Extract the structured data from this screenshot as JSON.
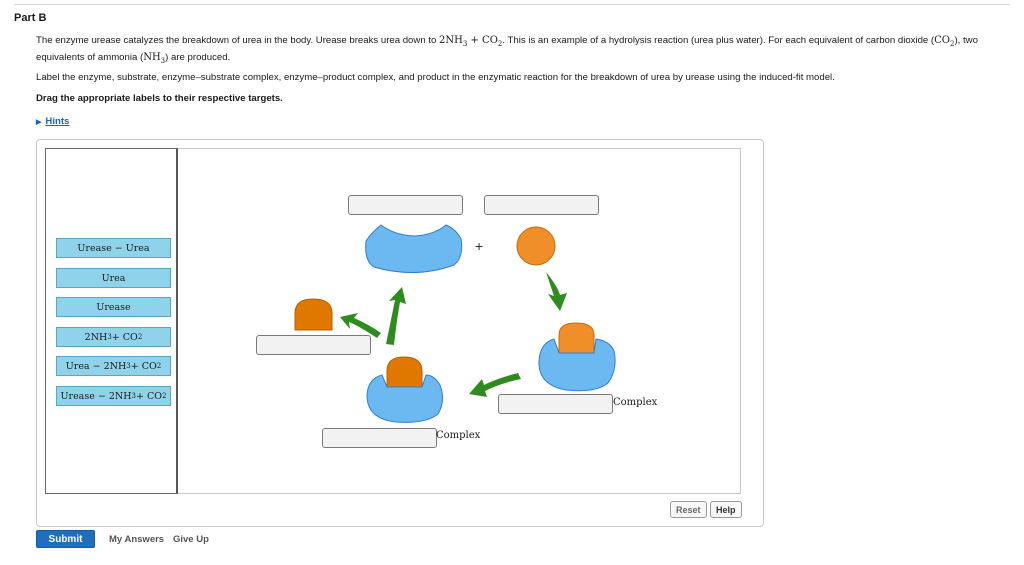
{
  "part": {
    "title": "Part B"
  },
  "problem": {
    "p1_a": "The enzyme urease catalyzes the breakdown of urea in the body. Urease breaks urea down to ",
    "p1_nh3": "2NH",
    "p1_nh3_sub": "3",
    "p1_plus": " + CO",
    "p1_co2_sub": "2",
    "p1_b": ". This is an example of a hydrolysis reaction (urea plus water). For each equivalent of carbon dioxide (",
    "p1_co2b": "CO",
    "p1_co2b_sub": "2",
    "p1_c": "), two equivalents of ammonia (",
    "p1_nh3b": "NH",
    "p1_nh3b_sub": "3",
    "p1_d": ") are produced.",
    "p2": "Label the enzyme, substrate, enzyme–substrate complex, enzyme–product complex, and product in the enzymatic reaction for the breakdown of urea by urease using the induced-fit model.",
    "instruction": "Drag the appropriate labels to their respective targets.",
    "hints": "Hints"
  },
  "labels": [
    {
      "main": "Urease − Urea",
      "sub": "",
      "tail": ""
    },
    {
      "main": "Urea",
      "sub": "",
      "tail": ""
    },
    {
      "main": "Urease",
      "sub": "",
      "tail": ""
    },
    {
      "main": "2NH",
      "sub": "3",
      "tail": " + CO",
      "sub2": "2"
    },
    {
      "main": "Urea − 2NH",
      "sub": "3",
      "tail": " + CO",
      "sub2": "2"
    },
    {
      "main": "Urease − 2NH",
      "sub": "3",
      "tail": " + CO",
      "sub2": "2"
    }
  ],
  "diagram": {
    "plus_sign": "+",
    "complex_label_1": "Complex",
    "complex_label_2": "Complex",
    "colors": {
      "enzyme": "#6cb8f0",
      "enzyme_dark": "#2f7fd0",
      "substrate": "#f08f2a",
      "product": "#e07800",
      "arrow": "#2e8b1e"
    }
  },
  "buttons": {
    "reset": "Reset",
    "help": "Help",
    "submit": "Submit",
    "my_answers": "My Answers",
    "give_up": "Give Up"
  }
}
